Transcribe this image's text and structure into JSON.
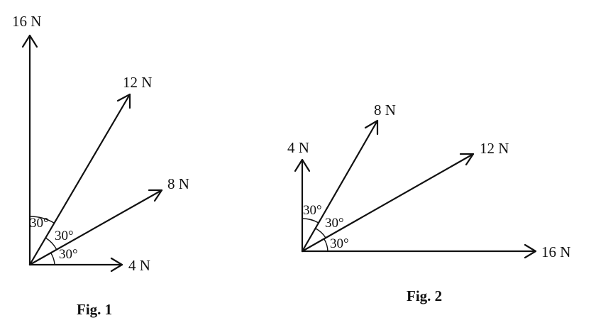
{
  "figures": [
    {
      "caption": "Fig. 1",
      "forces": [
        {
          "label": "16 N"
        },
        {
          "label": "12 N"
        },
        {
          "label": "8 N"
        },
        {
          "label": "4 N"
        }
      ],
      "angles": [
        {
          "label": "30°"
        },
        {
          "label": "30°"
        },
        {
          "label": "30°"
        }
      ]
    },
    {
      "caption": "Fig. 2",
      "forces": [
        {
          "label": "4 N"
        },
        {
          "label": "8 N"
        },
        {
          "label": "12 N"
        },
        {
          "label": "16 N"
        }
      ],
      "angles": [
        {
          "label": "30°"
        },
        {
          "label": "30°"
        },
        {
          "label": "30°"
        }
      ]
    }
  ]
}
